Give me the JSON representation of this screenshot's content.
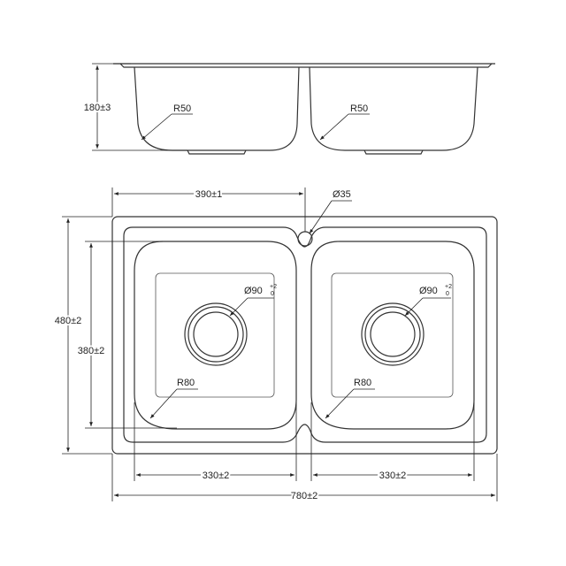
{
  "side_view": {
    "height_label": "180±3",
    "radius_left": "R50",
    "radius_right": "R50"
  },
  "top_view": {
    "bowl_center_label": "390±1",
    "tap_hole_label": "Ø35",
    "height_label": "480±2",
    "bowl_height_label": "380±2",
    "drain_left": {
      "main": "Ø90",
      "upper": "+2",
      "lower": "0"
    },
    "drain_right": {
      "main": "Ø90",
      "upper": "+2",
      "lower": "0"
    },
    "radius_left": "R80",
    "radius_right": "R80",
    "bowl_width_left": "330±2",
    "bowl_width_right": "330±2",
    "total_width": "780±2"
  }
}
